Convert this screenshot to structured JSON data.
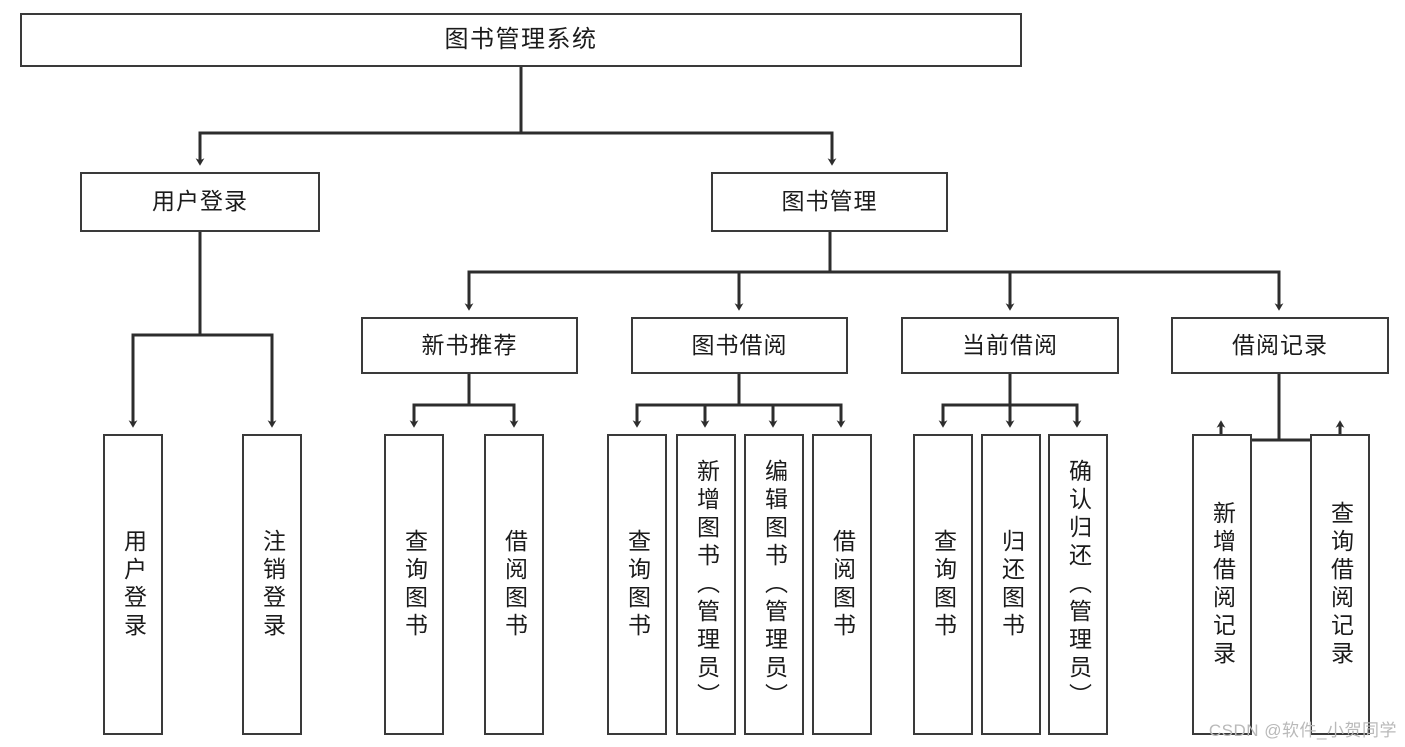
{
  "diagram": {
    "title": "图书管理系统",
    "type": "tree-hierarchy",
    "watermark": "CSDN @软件_小贺同学",
    "colors": {
      "box_border": "#3a3a3a",
      "box_fill": "#ffffff",
      "connector": "#2d2d2d",
      "text": "#1b1b1b",
      "watermark": "#b9b9b9"
    },
    "root": {
      "label": "图书管理系统"
    },
    "level2": [
      {
        "label": "用户登录"
      },
      {
        "label": "图书管理"
      }
    ],
    "level3": [
      {
        "label": "新书推荐"
      },
      {
        "label": "图书借阅"
      },
      {
        "label": "当前借阅"
      },
      {
        "label": "借阅记录"
      }
    ],
    "leaves": {
      "user_login": [
        {
          "label": "用户登录"
        },
        {
          "label": "注销登录"
        }
      ],
      "new_book": [
        {
          "label": "查询图书"
        },
        {
          "label": "借阅图书"
        }
      ],
      "book_borrow": [
        {
          "label": "查询图书"
        },
        {
          "label": "新增图书（管理员）"
        },
        {
          "label": "编辑图书（管理员）"
        },
        {
          "label": "借阅图书"
        }
      ],
      "current_borrow": [
        {
          "label": "查询图书"
        },
        {
          "label": "归还图书"
        },
        {
          "label": "确认归还（管理员）"
        }
      ],
      "borrow_record": [
        {
          "label": "新增借阅记录"
        },
        {
          "label": "查询借阅记录"
        }
      ]
    }
  }
}
